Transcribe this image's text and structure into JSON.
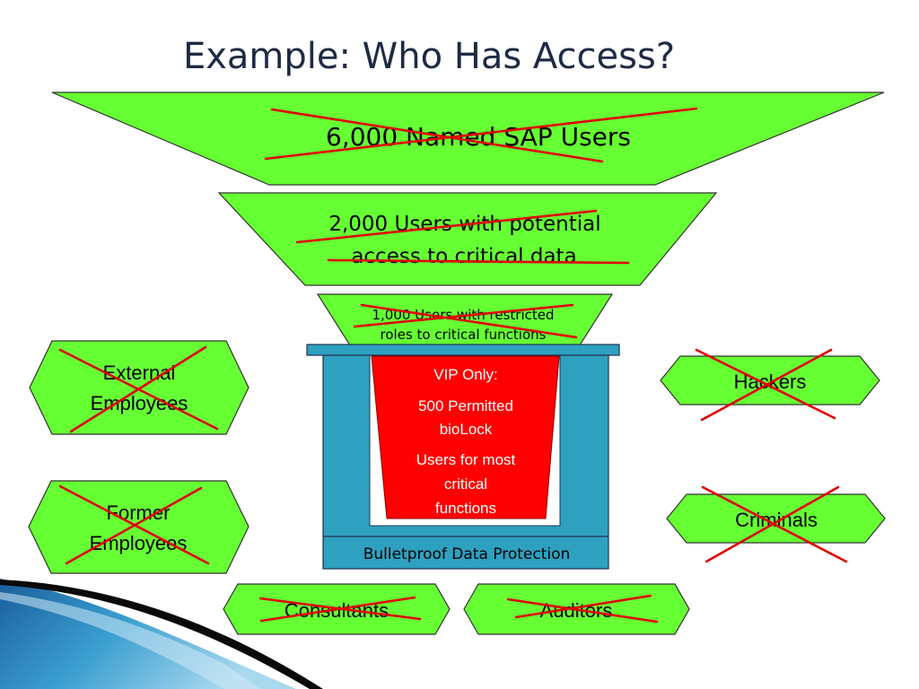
{
  "slide": {
    "title": "Example: Who Has Access?"
  },
  "colors": {
    "green_fill": "#66ff33",
    "cross_red": "#e00000",
    "vault_teal": "#2ea0c0",
    "vip_red": "#ff0000",
    "title_navy": "#1f2a44"
  },
  "funnel": {
    "tier1": "6,000 Named SAP Users",
    "tier2_line1": "2,000 Users with potential",
    "tier2_line2": "access to critical data",
    "tier3_line1": "1,000 Users with restricted",
    "tier3_line2": "roles to critical functions"
  },
  "vault": {
    "label": "Bulletproof Data Protection",
    "vip_line1": "VIP Only:",
    "vip_line2": "500 Permitted",
    "vip_line3": "bioLock",
    "vip_line4": "Users for most",
    "vip_line5": "critical",
    "vip_line6": "functions"
  },
  "groups": {
    "external_line1": "External",
    "external_line2": "Employees",
    "former_line1": "Former",
    "former_line2": "Employees",
    "hackers": "Hackers",
    "criminals": "Criminals",
    "consultants": "Consultants",
    "auditors": "Auditors"
  }
}
